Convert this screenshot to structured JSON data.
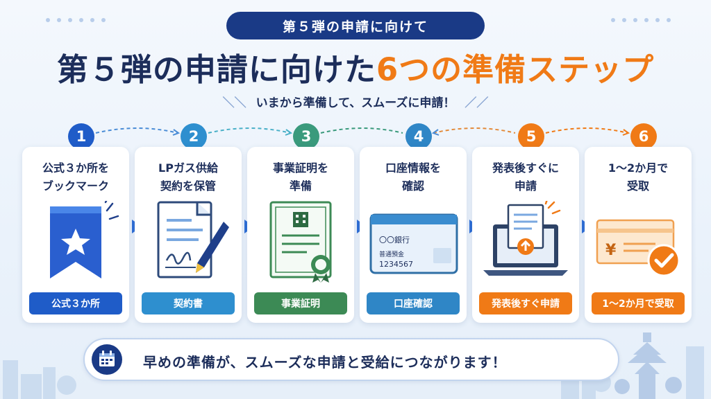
{
  "header": {
    "pill": "第５弾の申請に向けて",
    "title_main": "第５弾の申請に向けた",
    "title_accent": "6つの準備ステップ",
    "subtitle": "いまから準備して、スムーズに申請！",
    "slash_left": "＼＼",
    "slash_right": "／／"
  },
  "steps": [
    {
      "number": "1",
      "title_line1": "公式３か所を",
      "title_line2": "ブックマーク",
      "label": "公式３か所",
      "color": "#1f5cc8",
      "icon": "bookmark-star-icon"
    },
    {
      "number": "2",
      "title_line1": "LPガス供給",
      "title_line2": "契約を保管",
      "label": "契約書",
      "color": "#2e8fcf",
      "icon": "contract-pen-icon"
    },
    {
      "number": "3",
      "title_line1": "事業証明を",
      "title_line2": "準備",
      "label": "事業証明",
      "color": "#3c8a55",
      "icon": "certificate-icon"
    },
    {
      "number": "4",
      "title_line1": "口座情報を",
      "title_line2": "確認",
      "label": "口座確認",
      "color": "#2f86c6",
      "icon": "bank-card-icon"
    },
    {
      "number": "5",
      "title_line1": "発表後すぐに",
      "title_line2": "申請",
      "label": "発表後すぐ申請",
      "color": "#f07a16",
      "icon": "laptop-upload-icon"
    },
    {
      "number": "6",
      "title_line1": "1〜2か月で",
      "title_line2": "受取",
      "label": "1〜2か月で受取",
      "color": "#f07a16",
      "icon": "yen-check-icon"
    }
  ],
  "bank_card": {
    "bank_name": "〇〇銀行",
    "account_type": "普通預金",
    "account_number": "1234567"
  },
  "yen_symbol": "¥",
  "footer": {
    "message": "早めの準備が、スムーズな申請と受給につながります！",
    "icon": "calendar-icon"
  }
}
